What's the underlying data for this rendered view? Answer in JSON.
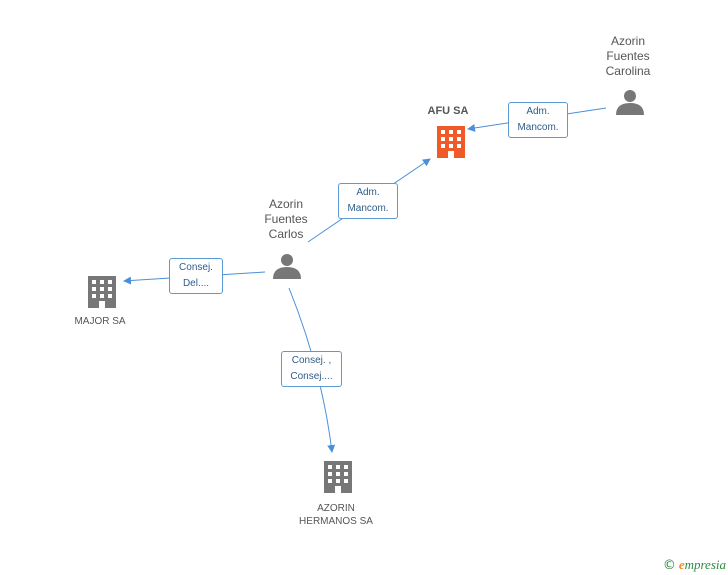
{
  "nodes": {
    "afu": {
      "label": "AFU SA",
      "type": "company",
      "highlight": true
    },
    "carolina": {
      "label": "Azorin\nFuentes\nCarolina",
      "type": "person"
    },
    "carlos": {
      "label": "Azorin\nFuentes\nCarlos",
      "type": "person"
    },
    "major": {
      "label": "MAJOR SA",
      "type": "company"
    },
    "hermanos": {
      "label": "AZORIN\nHERMANOS SA",
      "type": "company"
    }
  },
  "edges": {
    "carolina_afu": {
      "line1": "Adm.",
      "line2": "Mancom."
    },
    "carlos_afu": {
      "line1": "Adm.",
      "line2": "Mancom."
    },
    "carlos_major": {
      "line1": "Consej.",
      "line2": "Del...."
    },
    "carlos_hermanos": {
      "line1": "Consej. ,",
      "line2": "Consej...."
    }
  },
  "footer": {
    "copyright": "©",
    "brand_initial": "e",
    "brand_rest": "mpresia"
  },
  "colors": {
    "edge": "#4a90d9",
    "company": "#777777",
    "company_highlight": "#f05a28",
    "person": "#777777"
  }
}
